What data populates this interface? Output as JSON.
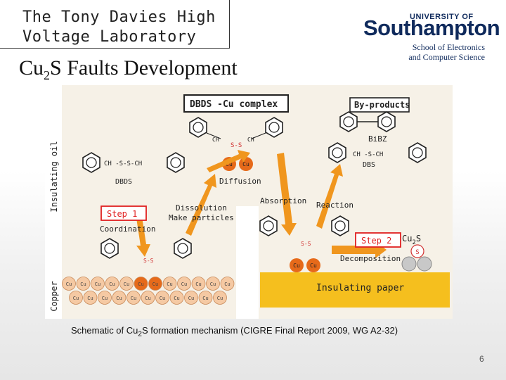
{
  "header": {
    "lab_name_line1": "The Tony Davies High",
    "lab_name_line2": "Voltage Laboratory",
    "university_small": "UNIVERSITY OF",
    "university_name": "Southampton",
    "school_line1": "School of Electronics",
    "school_line2": "and Computer Science"
  },
  "slide": {
    "title_part1": "Cu",
    "title_sub": "2",
    "title_part2": "S Faults Development",
    "caption_part1": "Schematic of Cu",
    "caption_sub": "2",
    "caption_part2": "S formation mechanism (CIGRE Final Report 2009, WG A2-32)",
    "page_number": "6"
  },
  "figure": {
    "side_label_oil": "Insulating oil",
    "side_label_copper": "Copper",
    "dbds_cu_complex": "DBDS -Cu complex",
    "by_products": "By-products",
    "bibz": "BiBZ",
    "dbs": "DBS",
    "dbds": "DBDS",
    "diffusion": "Diffusion",
    "absorption": "Absorption",
    "reaction": "Reaction",
    "dissolution": "Dissolution",
    "make_particles": "Make particles",
    "step1": "Step 1",
    "coordination": "Coordination",
    "step2": "Step 2",
    "decomposition": "Decomposition",
    "cu2s": "Cu",
    "cu2s_sub": "2",
    "cu2s_s": "S",
    "s_label": "S",
    "insulating_paper": "Insulating paper",
    "cu": "Cu",
    "ch2": "CH",
    "ch2_sub": "2",
    "s_s": "S-S",
    "colors": {
      "arrow_orange": "#f0961e",
      "copper_ball": "#f5c9a3",
      "copper_active": "#e66a1a",
      "step_red": "#e02020",
      "paper_yellow": "#f5bf1e",
      "figure_bg": "#f5f0e6"
    }
  }
}
